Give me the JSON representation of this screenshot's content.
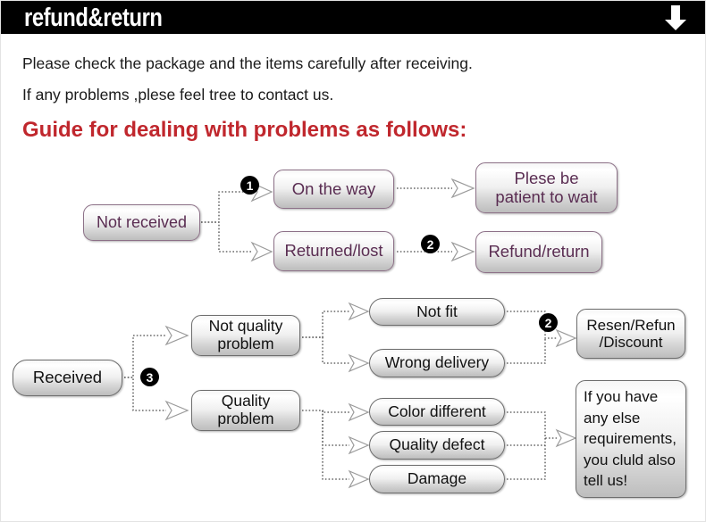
{
  "header": {
    "title": "refund&return",
    "arrow_icon": "down-arrow-icon"
  },
  "intro": {
    "line1": "Please check the package and the items carefully after receiving.",
    "line2": "If any problems ,plese feel tree to contact us.",
    "guide_title": "Guide for dealing with problems as follows:"
  },
  "colors": {
    "header_bg": "#000000",
    "header_text": "#ffffff",
    "guide_title": "#c0272d",
    "node_purple_text": "#5a2d52",
    "node_dark_text": "#111111",
    "badge_bg": "#000000"
  },
  "flow_not_received": {
    "badges": [
      "1",
      "2"
    ],
    "nodes": [
      {
        "id": "not-received",
        "label": "Not received"
      },
      {
        "id": "on-the-way",
        "label": "On the way"
      },
      {
        "id": "returned-lost",
        "label": "Returned/lost"
      },
      {
        "id": "plese-be-patient",
        "label": "Plese be\npatient to wait"
      },
      {
        "id": "refund-return",
        "label": "Refund/return"
      }
    ]
  },
  "flow_received": {
    "badges": [
      "3",
      "2"
    ],
    "nodes": [
      {
        "id": "received",
        "label": "Received"
      },
      {
        "id": "not-quality-problem",
        "label": "Not quality\nproblem"
      },
      {
        "id": "quality-problem",
        "label": "Quality\nproblem"
      },
      {
        "id": "not-fit",
        "label": "Not fit"
      },
      {
        "id": "wrong-delivery",
        "label": "Wrong delivery"
      },
      {
        "id": "color-different",
        "label": "Color different"
      },
      {
        "id": "quality-defect",
        "label": "Quality defect"
      },
      {
        "id": "damage",
        "label": "Damage"
      },
      {
        "id": "resend-refund-discount",
        "label": "Resen/Refun\n/Discount"
      },
      {
        "id": "else-requirements",
        "label": "If you have\nany else\nrequirements,\nyou cluld also\ntell us!"
      }
    ]
  }
}
